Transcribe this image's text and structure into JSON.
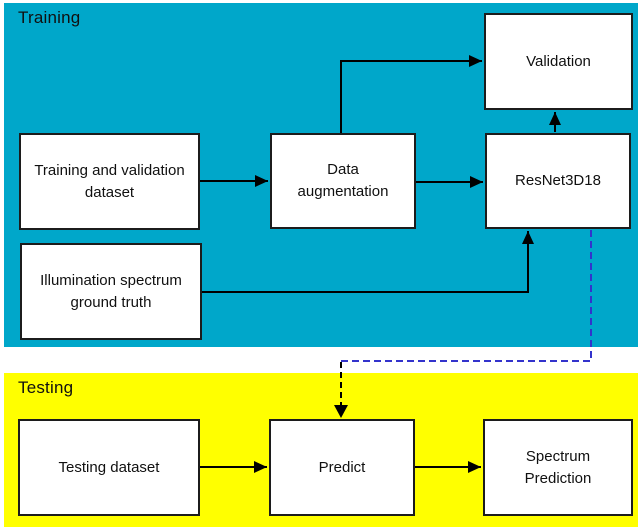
{
  "colors": {
    "training_bg": "#00a7ca",
    "testing_bg": "#ffff00",
    "dashed_blue": "#3333cc",
    "arrow_black": "#000000",
    "box_border": "#1c1c1c",
    "box_bg": "#ffffff"
  },
  "sections": {
    "training": {
      "label": "Training"
    },
    "testing": {
      "label": "Testing"
    }
  },
  "boxes": {
    "train_dataset": {
      "line1": "Training and validation",
      "line2": "dataset"
    },
    "illumination": {
      "line1": "Illumination spectrum",
      "line2": "ground truth"
    },
    "data_augmentation": {
      "line1": "Data",
      "line2": "augmentation"
    },
    "validation": {
      "line1": "Validation"
    },
    "resnet": {
      "line1": "ResNet3D18"
    },
    "testing_dataset": {
      "line1": "Testing dataset"
    },
    "predict": {
      "line1": "Predict"
    },
    "spectrum_prediction": {
      "line1": "Spectrum",
      "line2": "Prediction"
    }
  },
  "edges": [
    {
      "from": "Training and validation dataset",
      "to": "Data augmentation",
      "style": "solid-arrow"
    },
    {
      "from": "Data augmentation",
      "to": "ResNet3D18",
      "style": "solid-arrow"
    },
    {
      "from": "Data augmentation",
      "to": "Validation",
      "style": "solid-arrow"
    },
    {
      "from": "ResNet3D18",
      "to": "Validation",
      "style": "solid-arrow"
    },
    {
      "from": "Illumination spectrum ground truth",
      "to": "ResNet3D18",
      "style": "solid-arrow"
    },
    {
      "from": "ResNet3D18",
      "to": "Predict",
      "style": "dashed-arrow"
    },
    {
      "from": "Testing dataset",
      "to": "Predict",
      "style": "solid-arrow"
    },
    {
      "from": "Predict",
      "to": "Spectrum Prediction",
      "style": "solid-arrow"
    }
  ]
}
